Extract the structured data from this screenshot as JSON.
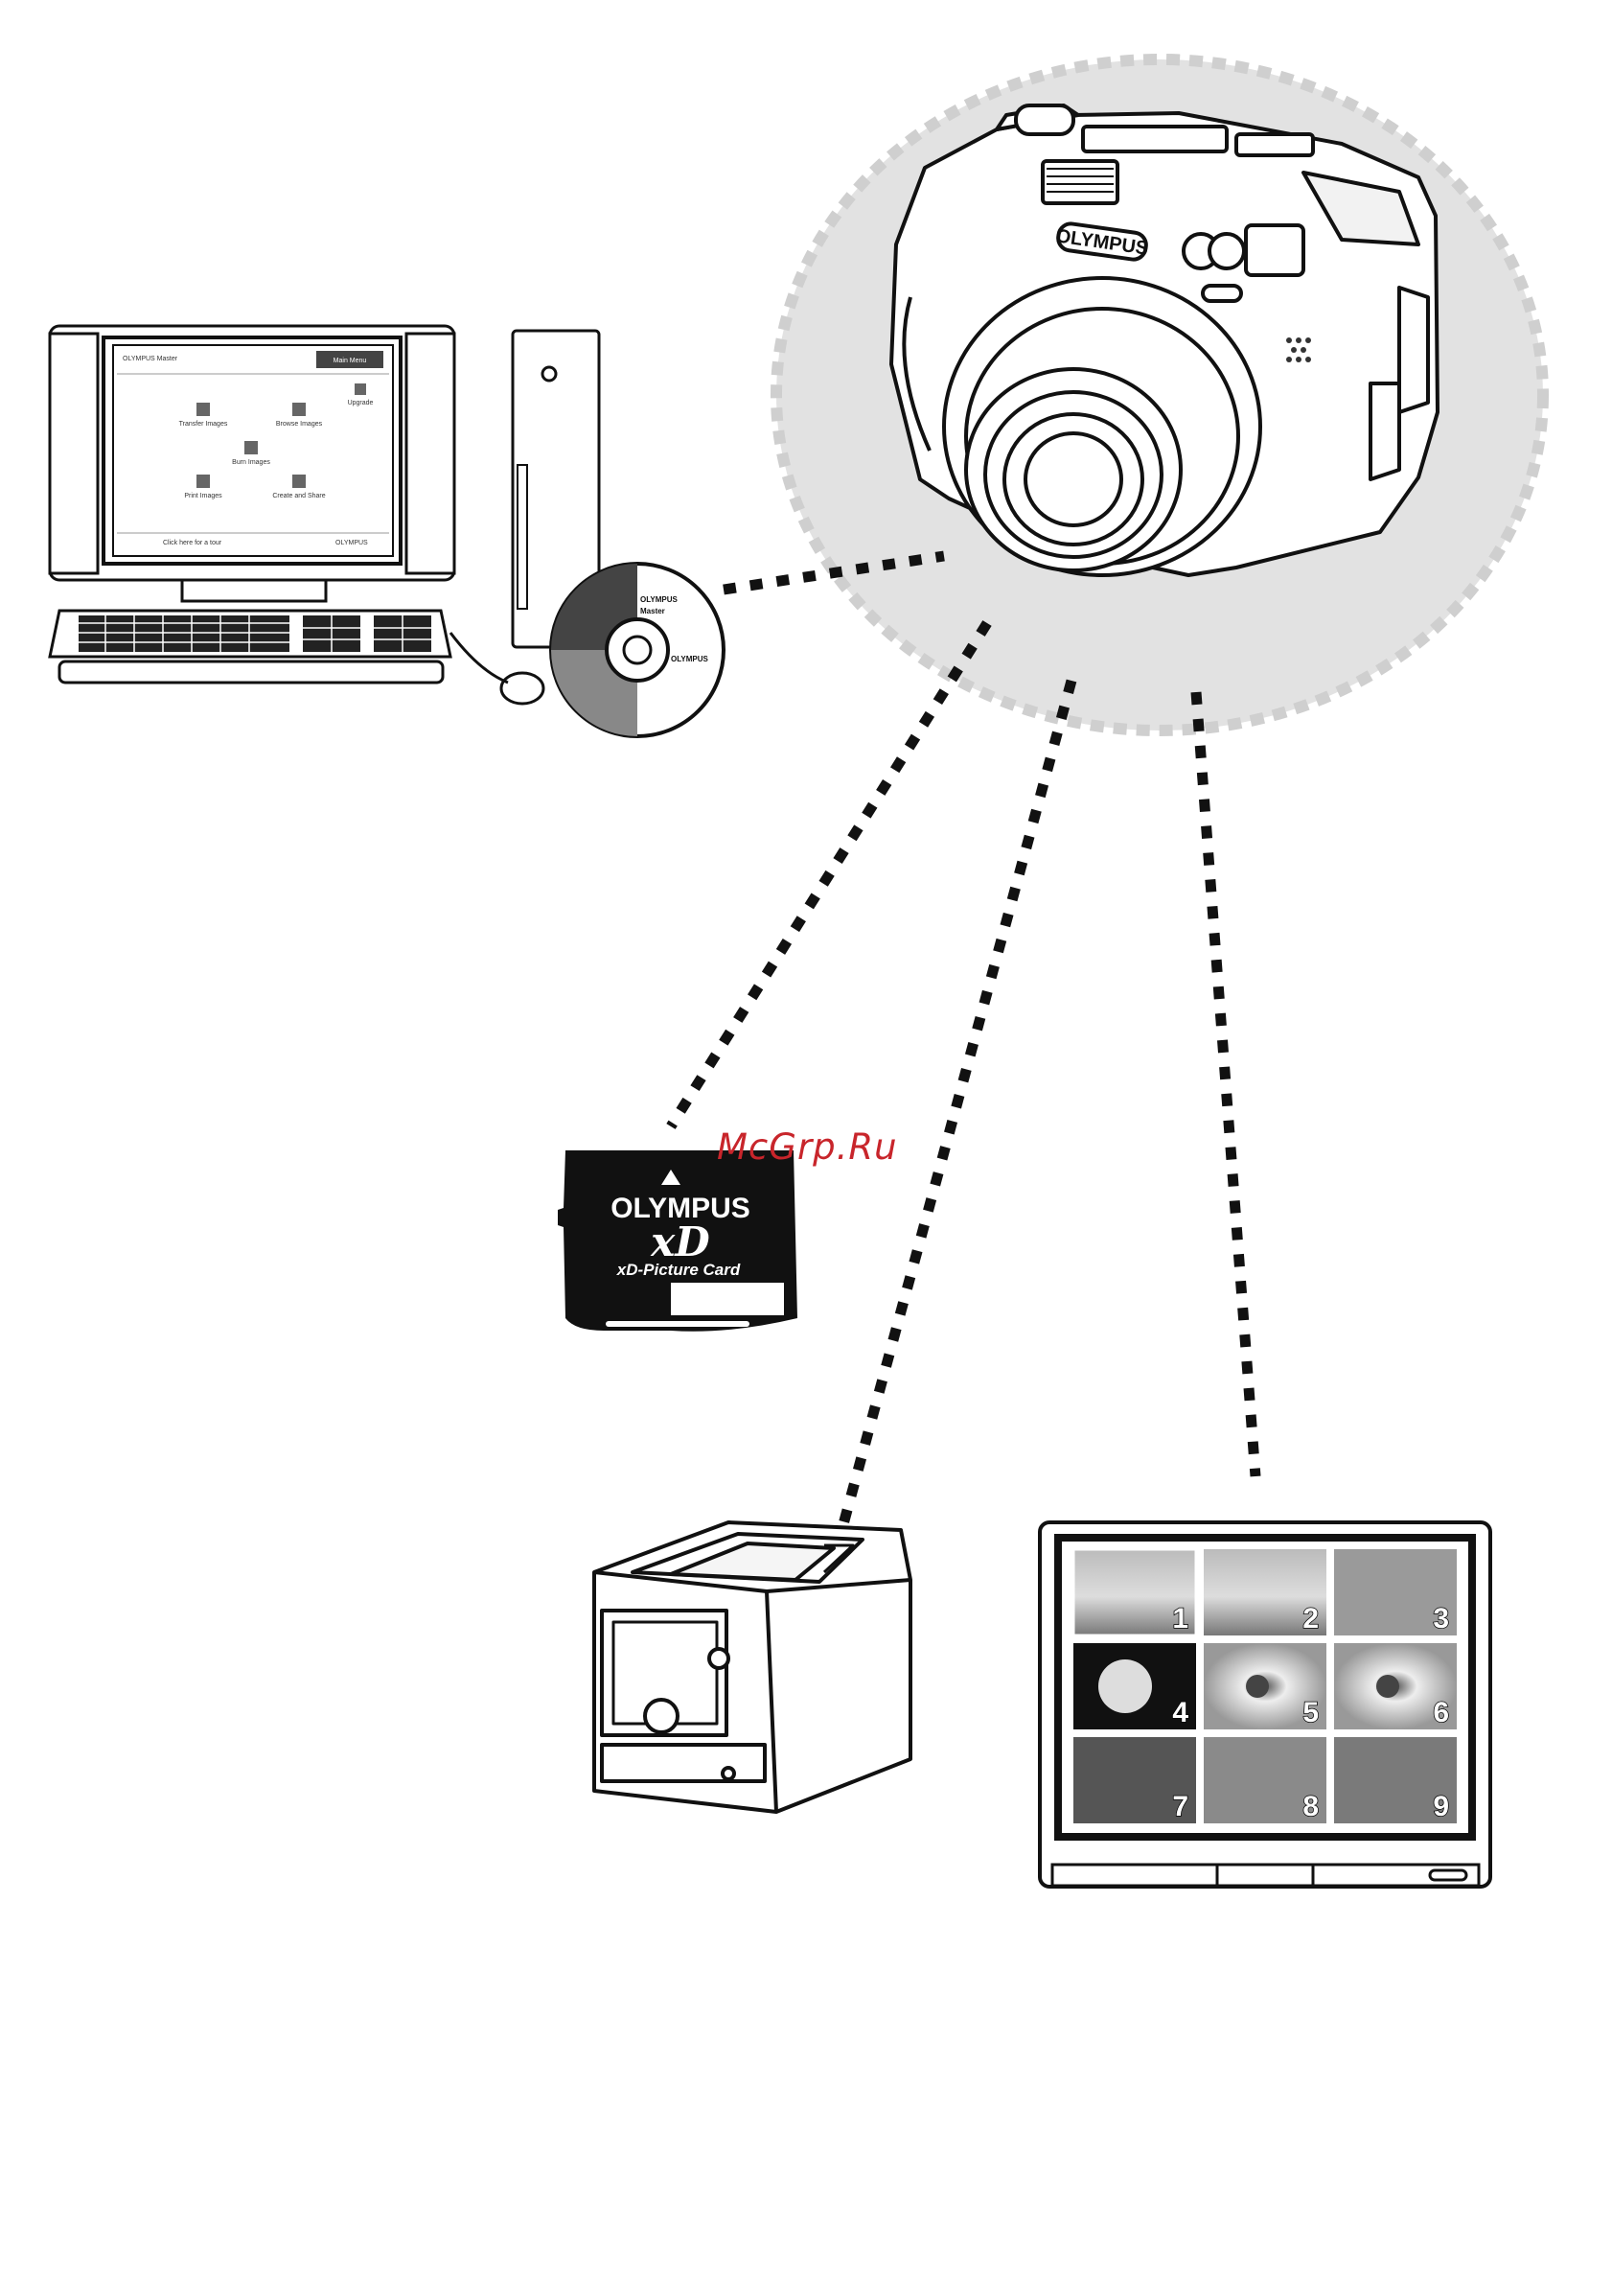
{
  "watermark": "McGrp.Ru",
  "camera": {
    "brand": "OLYMPUS"
  },
  "cd": {
    "brand": "OLYMPUS",
    "title": "Master",
    "side_brand": "OLYMPUS"
  },
  "monitor_screen": {
    "app_title": "OLYMPUS Master",
    "corner_button": "Main Menu",
    "items": [
      "Transfer Images",
      "Browse Images",
      "Upgrade",
      "Burn Images",
      "Print Images",
      "Create and Share"
    ],
    "footer_hint": "Click here for a tour",
    "footer_brand": "OLYMPUS"
  },
  "card": {
    "brand": "OLYMPUS",
    "logo": "xD",
    "name": "xD-Picture Card"
  },
  "tv": {
    "thumbnails": [
      "1",
      "2",
      "3",
      "4",
      "5",
      "6",
      "7",
      "8",
      "9"
    ],
    "selected": "1"
  }
}
